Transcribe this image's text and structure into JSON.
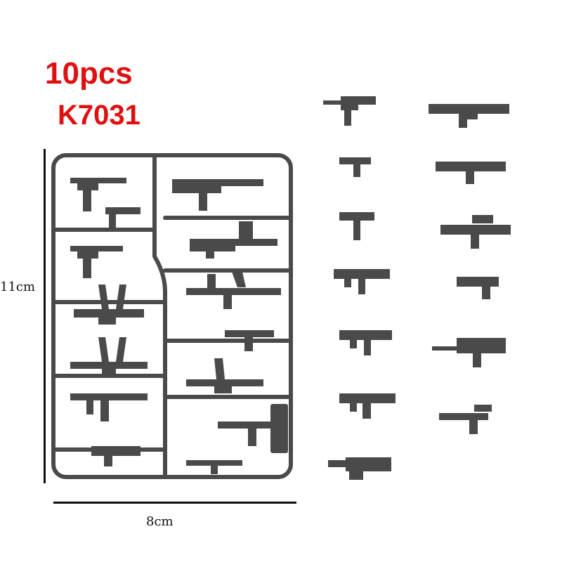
{
  "header": {
    "quantity": "10pcs",
    "model_code": "K7031"
  },
  "dimensions": {
    "width_label": "8cm",
    "height_label": "11cm"
  },
  "colors": {
    "title": "#e01010",
    "plastic": "#4a4a4a",
    "measure": "#111111"
  },
  "icons": {
    "sprue": "weapon-sprue-frame-icon",
    "loose_weapons": [
      "smg-suppressed-icon",
      "assault-rifle-icon",
      "pistol-icon",
      "carbine-icon",
      "machine-pistol-icon",
      "scoped-rifle-icon",
      "mp5-icon",
      "flare-pistol-icon",
      "mp5k-icon",
      "bullpup-smg-icon",
      "ump-icon",
      "scoped-pistol-icon",
      "p90-icon"
    ]
  }
}
